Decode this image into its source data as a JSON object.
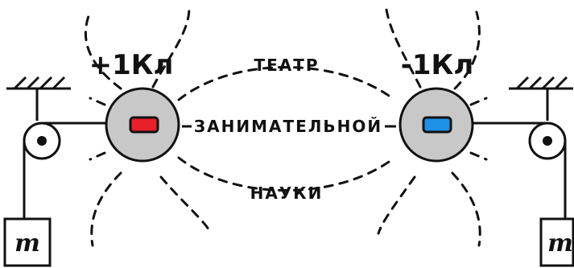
{
  "charges": {
    "left": "+1Кл",
    "right": "-1Кл"
  },
  "field_text": {
    "top": "ТЕАТР",
    "middle": "ЗАНИМАТЕЛЬНОЙ",
    "bottom": "НАУКИ"
  },
  "weights": {
    "left": "m",
    "right": "m"
  },
  "colors": {
    "sphere": "#c8c8c8",
    "positive_marker": "#e8202a",
    "negative_marker": "#1e90e6",
    "ink": "#111111"
  }
}
